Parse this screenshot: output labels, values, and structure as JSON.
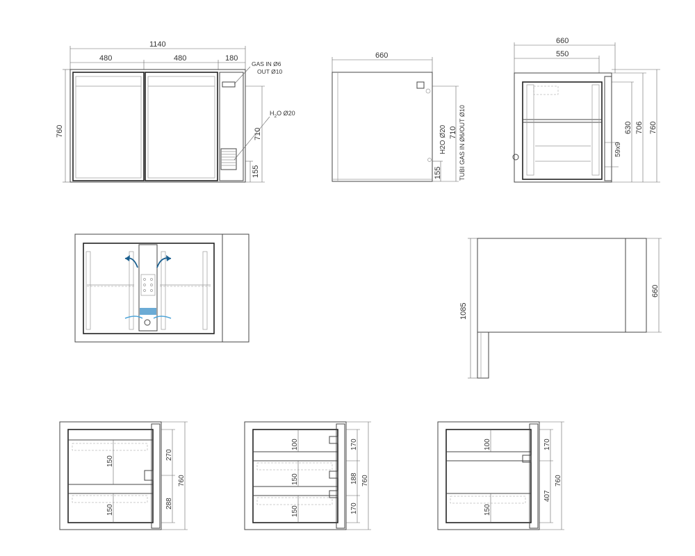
{
  "front_view": {
    "overall_width": "1140",
    "door_left_width": "480",
    "door_right_width": "480",
    "side_width": "180",
    "height": "760",
    "height_710": "710",
    "height_155": "155",
    "gas_label": "GAS IN Ø6",
    "out_label": "OUT Ø10",
    "h2o_label_h": "H",
    "h2o_label_sub": "2",
    "h2o_label_rest": "O Ø20"
  },
  "side_view": {
    "depth": "660",
    "h2o_label": "H2O Ø20",
    "height_710": "710",
    "height_155": "155",
    "tubi_label": "TUBI GAS IN Ø6/OUT Ø10"
  },
  "section_view": {
    "outer_depth": "660",
    "inner_depth": "550",
    "height_630": "630",
    "height_706": "706",
    "height_760": "760",
    "grid_label": "59x9"
  },
  "plan_view": {
    "depth_1085": "1085",
    "width_660": "660"
  },
  "shelf_configs": [
    {
      "inner_top": "150",
      "inner_bottom": "150",
      "right_top": "270",
      "right_bottom": "288",
      "total": "760"
    },
    {
      "inner_top": "100",
      "inner_mid": "150",
      "inner_bottom": "150",
      "right_top": "170",
      "right_mid": "188",
      "right_bottom": "170",
      "total": "760"
    },
    {
      "inner_top": "100",
      "inner_bottom": "150",
      "right_top": "170",
      "right_bottom": "407",
      "total": "760"
    }
  ]
}
